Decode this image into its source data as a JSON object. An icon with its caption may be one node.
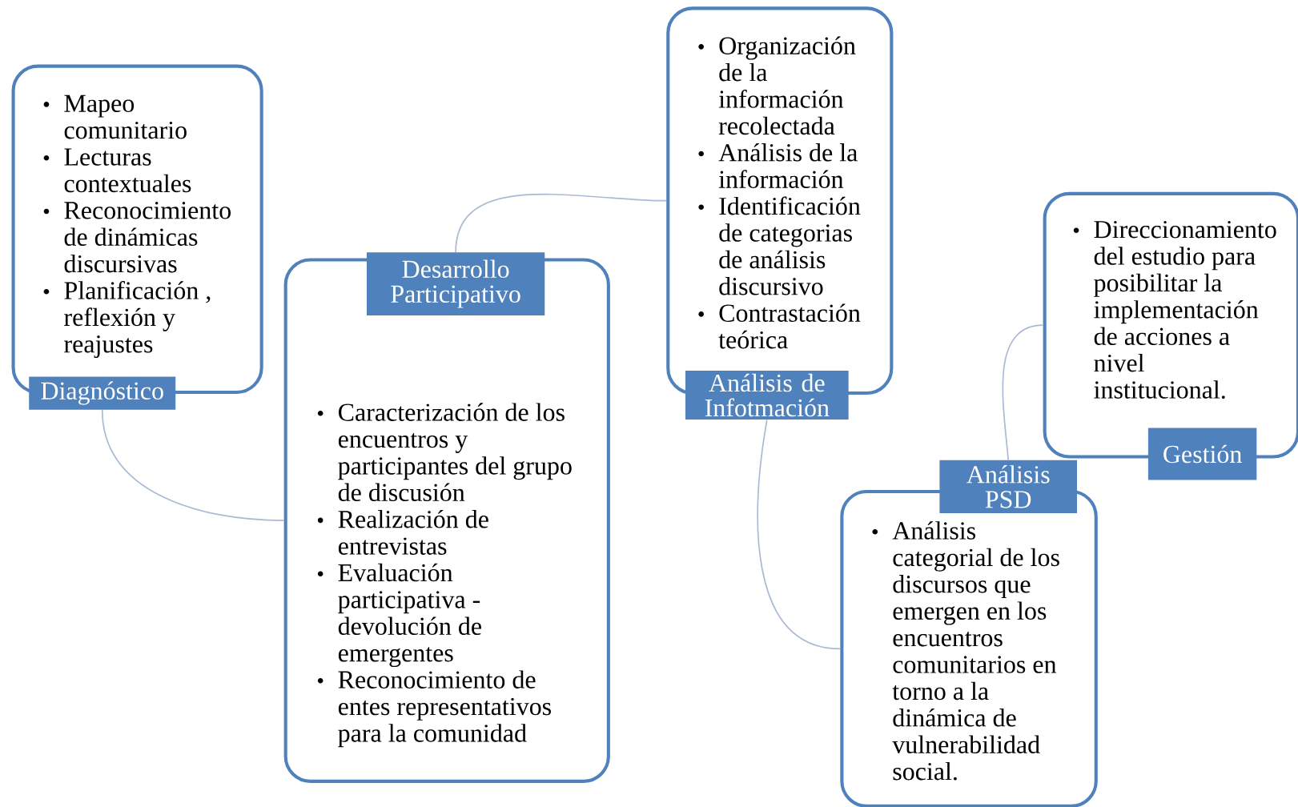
{
  "diagram": {
    "nodes": [
      {
        "text": [
          "Mapeo comunitario",
          "Lecturas contextuales",
          "Reconocimiento de dinámicas discursivas",
          "Planificación , reflexión y reajustes"
        ]
      },
      {
        "text": [
          "Diagnóstico"
        ]
      },
      {
        "text": [
          "Caracterización de los encuentros y participantes del grupo de discusión",
          "Realización de entrevistas",
          "Evaluación participativa - devolución de emergentes",
          "Reconocimiento de entes representativos para la comunidad"
        ]
      },
      {
        "text": [
          "Desarrollo Participativo"
        ]
      },
      {
        "text": [
          "Organización de la información recolectada",
          "Análisis de la información",
          "Identificación de categorias de análisis discursivo",
          "Contrastación teórica"
        ]
      },
      {
        "text": [
          "Análisis de Infotmación"
        ]
      },
      {
        "text": [
          "Análisis categorial de los discursos que emergen en los encuentros comunitarios en torno a la dinámica de vulnerabilidad social."
        ]
      },
      {
        "text": [
          "Análisis PSD"
        ]
      },
      {
        "text": [
          "Direccionamiento del estudio para posibilitar la implementación de acciones a nivel institucional."
        ]
      },
      {
        "text": [
          "Gestión"
        ]
      }
    ],
    "edges": [
      {
        "from": 1,
        "to": 2,
        "arrow": "none"
      },
      {
        "from": 3,
        "to": 4,
        "arrow": "none"
      },
      {
        "from": 5,
        "to": 6,
        "arrow": "none"
      },
      {
        "from": 7,
        "to": 8,
        "arrow": "none"
      }
    ]
  }
}
